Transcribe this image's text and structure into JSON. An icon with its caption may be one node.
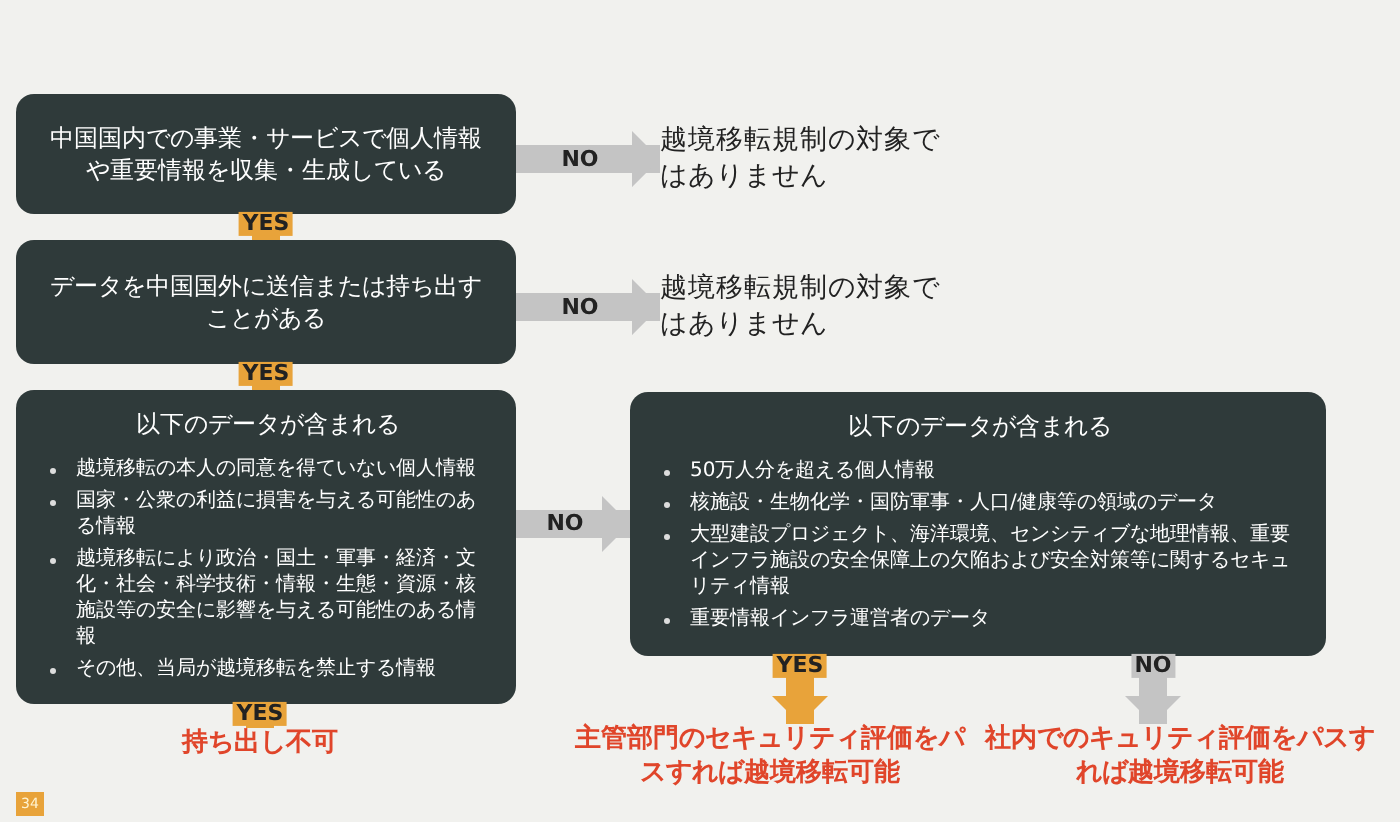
{
  "diagram": {
    "nodes": [
      {
        "text": [
          "中国国内での事業・サービスで個人情報や重要情報を収集・生成している"
        ]
      },
      {
        "text": [
          "越境移転規制の対象ではありません"
        ]
      },
      {
        "text": [
          "データを中国国外に送信または持ち出すことがある"
        ]
      },
      {
        "text": [
          "越境移転規制の対象ではありません"
        ]
      },
      {
        "text": [
          "以下のデータが含まれる",
          "越境移転の本人の同意を得ていない個人情報",
          "国家・公衆の利益に損害を与える可能性のある情報",
          "越境移転により政治・国土・軍事・経済・文化・社会・科学技術・情報・生態・資源・核施設等の安全に影響を与える可能性のある情報",
          "その他、当局が越境移転を禁止する情報"
        ]
      },
      {
        "text": [
          "以下のデータが含まれる",
          "50万人分を超える個人情報",
          "核施設・生物化学・国防軍事・人口/健康等の領域のデータ",
          "大型建設プロジェクト、海洋環境、センシティブな地理情報、重要インフラ施設の安全保障上の欠陥および安全対策等に関するセキュリティ情報",
          "重要情報インフラ運営者のデータ"
        ]
      },
      {
        "text": [
          "持ち出し不可"
        ]
      },
      {
        "text": [
          "主管部門のセキュリティ評価をパスすれば越境移転可能"
        ]
      },
      {
        "text": [
          "社内でのキュリティ評価をパスすれば越境移転可能"
        ]
      }
    ],
    "edges": [
      {
        "from": 0,
        "to": 1,
        "arrow": "to",
        "label": "NO"
      },
      {
        "from": 0,
        "to": 2,
        "arrow": "to",
        "label": "YES",
        "color": "#e8a33a"
      },
      {
        "from": 2,
        "to": 3,
        "arrow": "to",
        "label": "NO"
      },
      {
        "from": 2,
        "to": 4,
        "arrow": "to",
        "label": "YES",
        "color": "#e8a33a"
      },
      {
        "from": 4,
        "to": 5,
        "arrow": "to",
        "label": "NO"
      },
      {
        "from": 4,
        "to": 6,
        "arrow": "to",
        "label": "YES",
        "color": "#e8a33a"
      },
      {
        "from": 5,
        "to": 7,
        "arrow": "to",
        "label": "YES",
        "color": "#e8a33a"
      },
      {
        "from": 5,
        "to": 8,
        "arrow": "to",
        "label": "NO"
      }
    ],
    "labels": [
      "34"
    ]
  }
}
